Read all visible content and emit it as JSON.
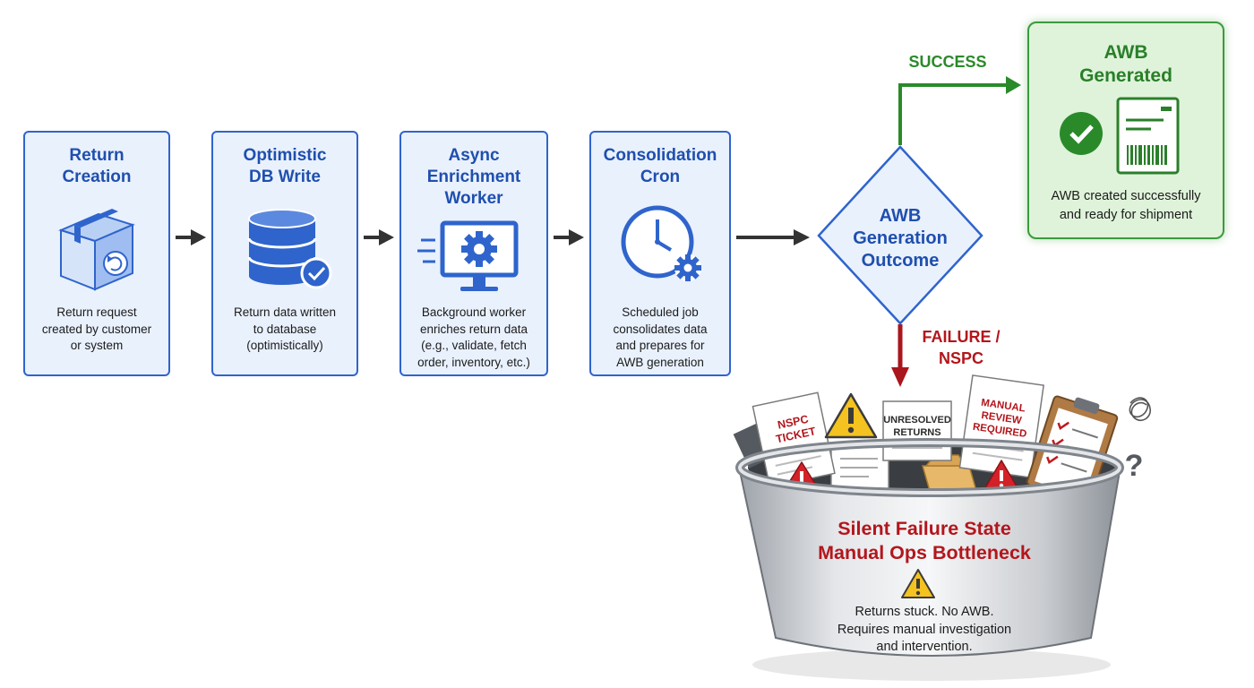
{
  "steps": [
    {
      "title_lines": [
        "Return",
        "Creation"
      ],
      "desc_lines": [
        "Return request",
        "created by customer",
        "or system"
      ]
    },
    {
      "title_lines": [
        "Optimistic",
        "DB Write"
      ],
      "desc_lines": [
        "Return data written",
        "to database",
        "(optimistically)"
      ]
    },
    {
      "title_lines": [
        "Async",
        "Enrichment",
        "Worker"
      ],
      "desc_lines": [
        "Background worker",
        "enriches return data",
        "(e.g., validate, fetch",
        "order, inventory, etc.)"
      ]
    },
    {
      "title_lines": [
        "Consolidation",
        "Cron"
      ],
      "desc_lines": [
        "Scheduled job",
        "consolidates data",
        "and prepares for",
        "AWB generation"
      ]
    }
  ],
  "decision": {
    "label_lines": [
      "AWB",
      "Generation",
      "Outcome"
    ]
  },
  "success": {
    "edge_label": "SUCCESS",
    "title_lines": [
      "AWB",
      "Generated"
    ],
    "desc_lines": [
      "AWB created successfully",
      "and ready for shipment"
    ]
  },
  "failure": {
    "edge_label_lines": [
      "FAILURE /",
      "NSPC"
    ],
    "bucket_title_lines": [
      "Silent Failure State",
      "Manual Ops Bottleneck"
    ],
    "bucket_desc_lines": [
      "Returns stuck. No AWB.",
      "Requires manual investigation",
      "and intervention."
    ],
    "papers": [
      {
        "lines": [
          "NSPC",
          "TICKET"
        ]
      },
      {
        "lines": [
          "UNRESOLVED",
          "RETURNS"
        ]
      },
      {
        "lines": [
          "MANUAL",
          "REVIEW",
          "REQUIRED"
        ]
      }
    ],
    "question_mark": "?"
  },
  "icons": [
    "package-return-icon",
    "database-check-icon",
    "monitor-gear-icon",
    "clock-gear-icon",
    "check-circle-icon",
    "awb-document-icon",
    "warning-icon",
    "clipboard-checklist-icon",
    "tangle-scribble-icon"
  ],
  "colors": {
    "step_fill": "#e9f1fd",
    "step_border": "#2f64cc",
    "step_title": "#1f4fae",
    "arrow": "#333333",
    "success": "#2a8a2a",
    "success_fill": "#dff3da",
    "failure": "#b3161c",
    "warning": "#f4c320"
  }
}
